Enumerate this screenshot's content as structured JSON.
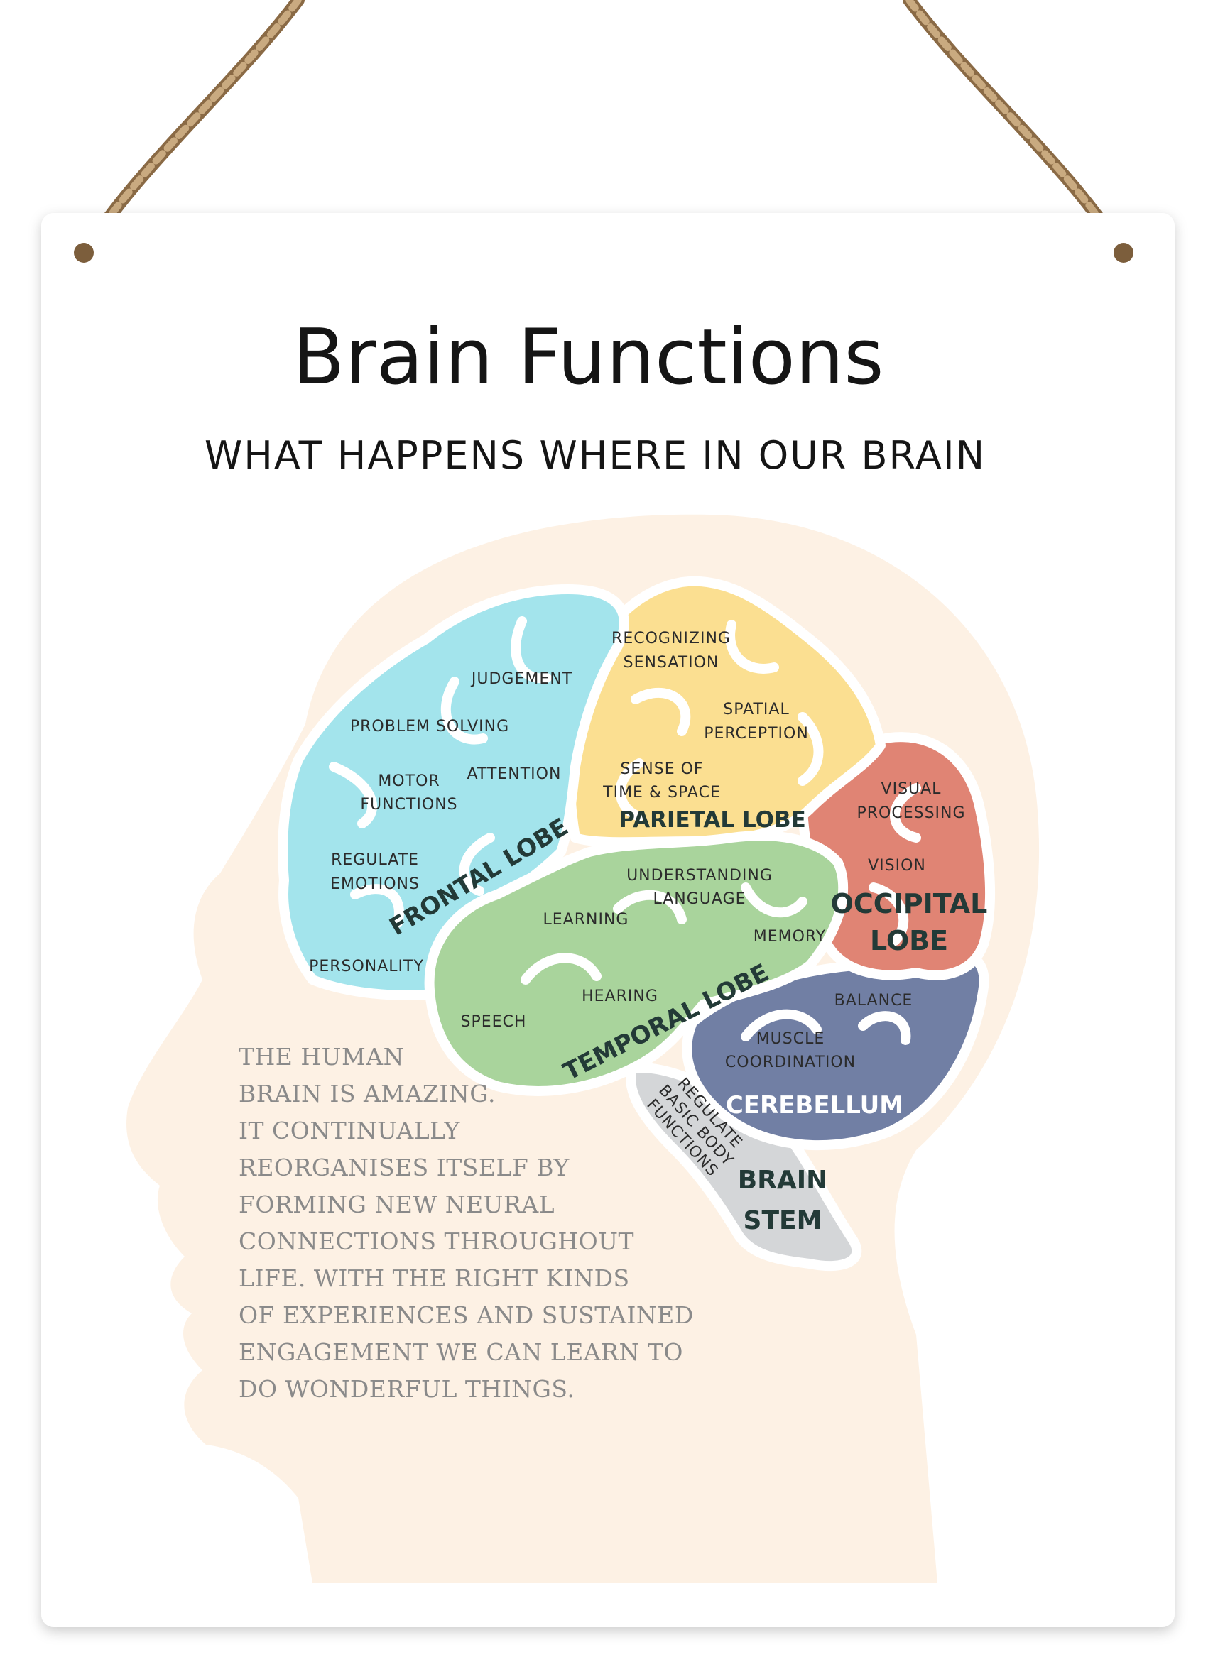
{
  "poster": {
    "title": "Brain Functions",
    "subtitle": "WHAT HAPPENS WHERE IN OUR BRAIN",
    "blurb_lines": [
      "THE HUMAN",
      "BRAIN IS AMAZING.",
      "IT CONTINUALLY",
      "REORGANISES ITSELF BY",
      "FORMING NEW NEURAL",
      "CONNECTIONS THROUGHOUT",
      "LIFE. WITH THE RIGHT KINDS",
      "OF EXPERIENCES AND SUSTAINED",
      "ENGAGEMENT WE CAN LEARN TO",
      "DO WONDERFUL THINGS."
    ]
  },
  "lobes": {
    "frontal": {
      "name": "FRONTAL LOBE",
      "color": "#a3e4ec",
      "functions": [
        "JUDGEMENT",
        "PROBLEM SOLVING",
        "MOTOR",
        "FUNCTIONS",
        "ATTENTION",
        "REGULATE",
        "EMOTIONS",
        "PERSONALITY"
      ]
    },
    "parietal": {
      "name": "PARIETAL LOBE",
      "color": "#fbdf91",
      "functions": [
        "RECOGNIZING",
        "SENSATION",
        "SPATIAL",
        "PERCEPTION",
        "SENSE OF",
        "TIME & SPACE"
      ]
    },
    "occipital": {
      "name_lines": [
        "OCCIPITAL",
        "LOBE"
      ],
      "color": "#e08474",
      "functions": [
        "VISUAL",
        "PROCESSING",
        "VISION"
      ]
    },
    "temporal": {
      "name": "TEMPORAL LOBE",
      "color": "#a9d49c",
      "functions": [
        "UNDERSTANDING",
        "LANGUAGE",
        "LEARNING",
        "MEMORY",
        "HEARING",
        "SPEECH"
      ]
    },
    "cerebellum": {
      "name": "CEREBELLUM",
      "color": "#717fa4",
      "functions": [
        "BALANCE",
        "MUSCLE",
        "COORDINATION"
      ]
    },
    "brain_stem": {
      "name_lines": [
        "BRAIN",
        "STEM"
      ],
      "color": "#d4d6d8",
      "functions": [
        "REGULATE",
        "BASIC BODY",
        "FUNCTIONS"
      ]
    }
  },
  "colors": {
    "head": "#fdf1e4",
    "board": "#ffffff",
    "rope": "#a9875f"
  }
}
